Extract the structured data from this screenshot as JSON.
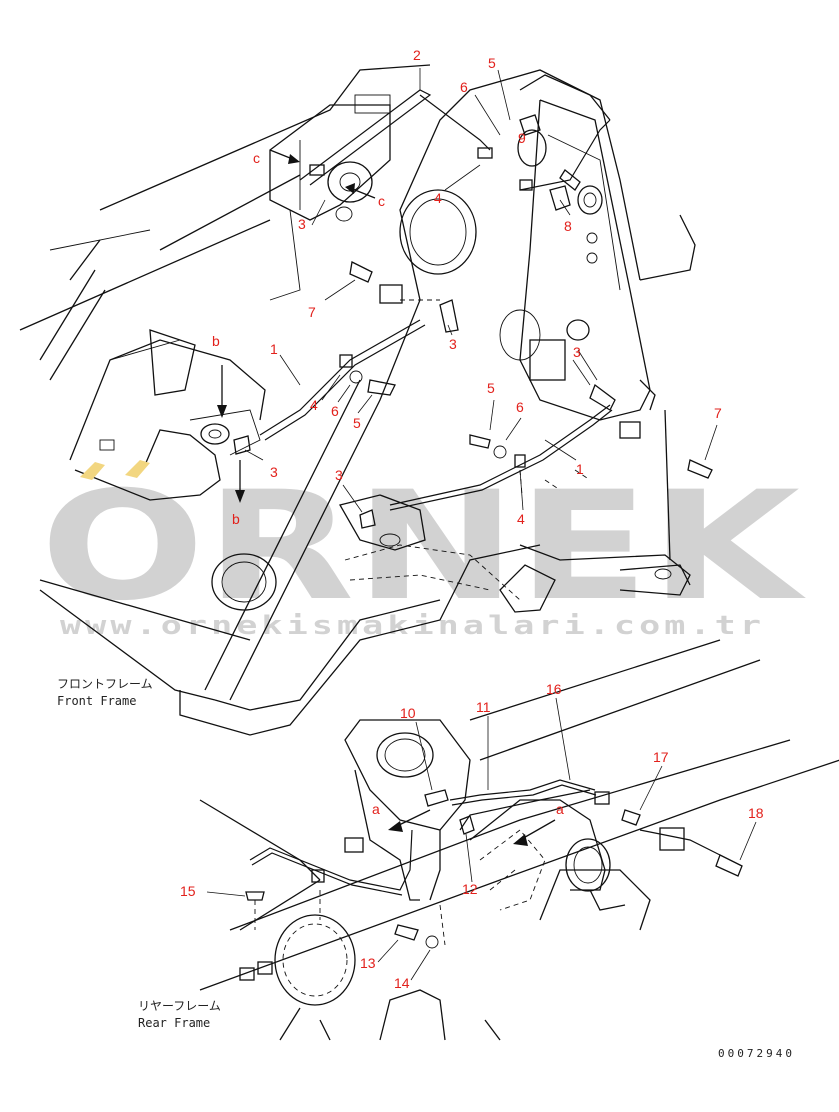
{
  "watermark": {
    "brand": "ORNEK",
    "url": "www.ornekismakinalari.com.tr"
  },
  "captions": {
    "front_jp": "フロントフレーム",
    "front_en": "Front Frame",
    "rear_jp": "リヤーフレーム",
    "rear_en": "Rear Frame"
  },
  "drawing_number": "00072940",
  "callouts": {
    "front": [
      "2",
      "5",
      "6",
      "9",
      "4",
      "8",
      "3",
      "7",
      "3",
      "1",
      "4",
      "6",
      "5",
      "3",
      "5",
      "6",
      "7",
      "1",
      "3",
      "4",
      "3"
    ],
    "rear": [
      "10",
      "11",
      "16",
      "17",
      "18",
      "15",
      "12",
      "13",
      "14"
    ]
  },
  "view_letters": {
    "front": [
      "c",
      "c",
      "b",
      "b"
    ],
    "rear": [
      "a",
      "a"
    ]
  }
}
